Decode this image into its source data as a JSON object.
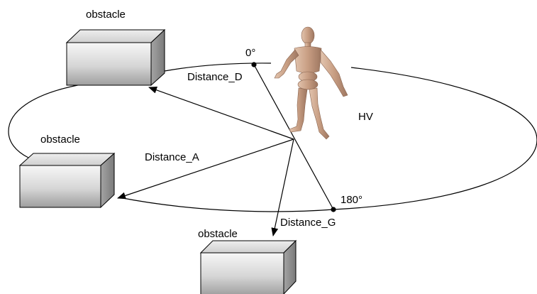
{
  "labels": {
    "obstacle_top": "obstacle",
    "obstacle_left": "obstacle",
    "obstacle_bottom": "obstacle",
    "angle_0": "0°",
    "angle_180": "180°",
    "distance_d": "Distance_D",
    "distance_a": "Distance_A",
    "distance_g": "Distance_G",
    "hv": "HV"
  },
  "colors": {
    "line": "#000000",
    "box_front_light": "#f4f4f4",
    "box_front_dark": "#a9a9a9",
    "box_top": "#dcdcdc",
    "box_side": "#8f8f8f",
    "figure": "#c9a58d"
  }
}
